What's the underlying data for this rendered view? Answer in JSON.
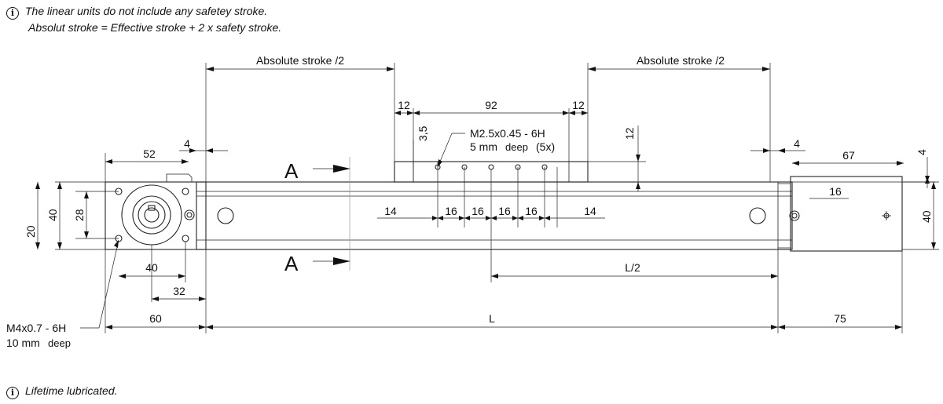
{
  "notes": {
    "top_line1": "The linear units do not include any safetey stroke.",
    "top_line2": "Absolut stroke = Effective stroke + 2 x safety stroke.",
    "bottom": "Lifetime lubricated.",
    "icon": "info-icon"
  },
  "dimensions": {
    "abs_stroke_left": "Absolute stroke /2",
    "abs_stroke_right": "Absolute stroke /2",
    "d12_left": "12",
    "d92": "92",
    "d12_right": "12",
    "d3_5": "3,5",
    "thread_carriage": "M2.5x0.45 - 6H",
    "thread_carriage_depth": "5 mm",
    "thread_carriage_depth_unit": "deep",
    "thread_carriage_count": "(5x)",
    "d12_vertical": "12",
    "d52": "52",
    "d4_left": "4",
    "d4_right": "4",
    "d67": "67",
    "d4_far_right": "4",
    "d16_right": "16",
    "d20": "20",
    "d40_left": "40",
    "d28": "28",
    "d40_right": "40",
    "d14_left": "14",
    "d16_a": "16",
    "d16_b": "16",
    "d16_c": "16",
    "d16_d": "16",
    "d14_right": "14",
    "d40_bottom": "40",
    "d32": "32",
    "l_half": "L/2",
    "d60": "60",
    "l_total": "L",
    "d75": "75",
    "thread_base": "M4x0.7 - 6H",
    "thread_base_depth": "10 mm",
    "thread_base_depth_unit": "deep"
  },
  "section_labels": {
    "top": "A",
    "bottom": "A"
  }
}
